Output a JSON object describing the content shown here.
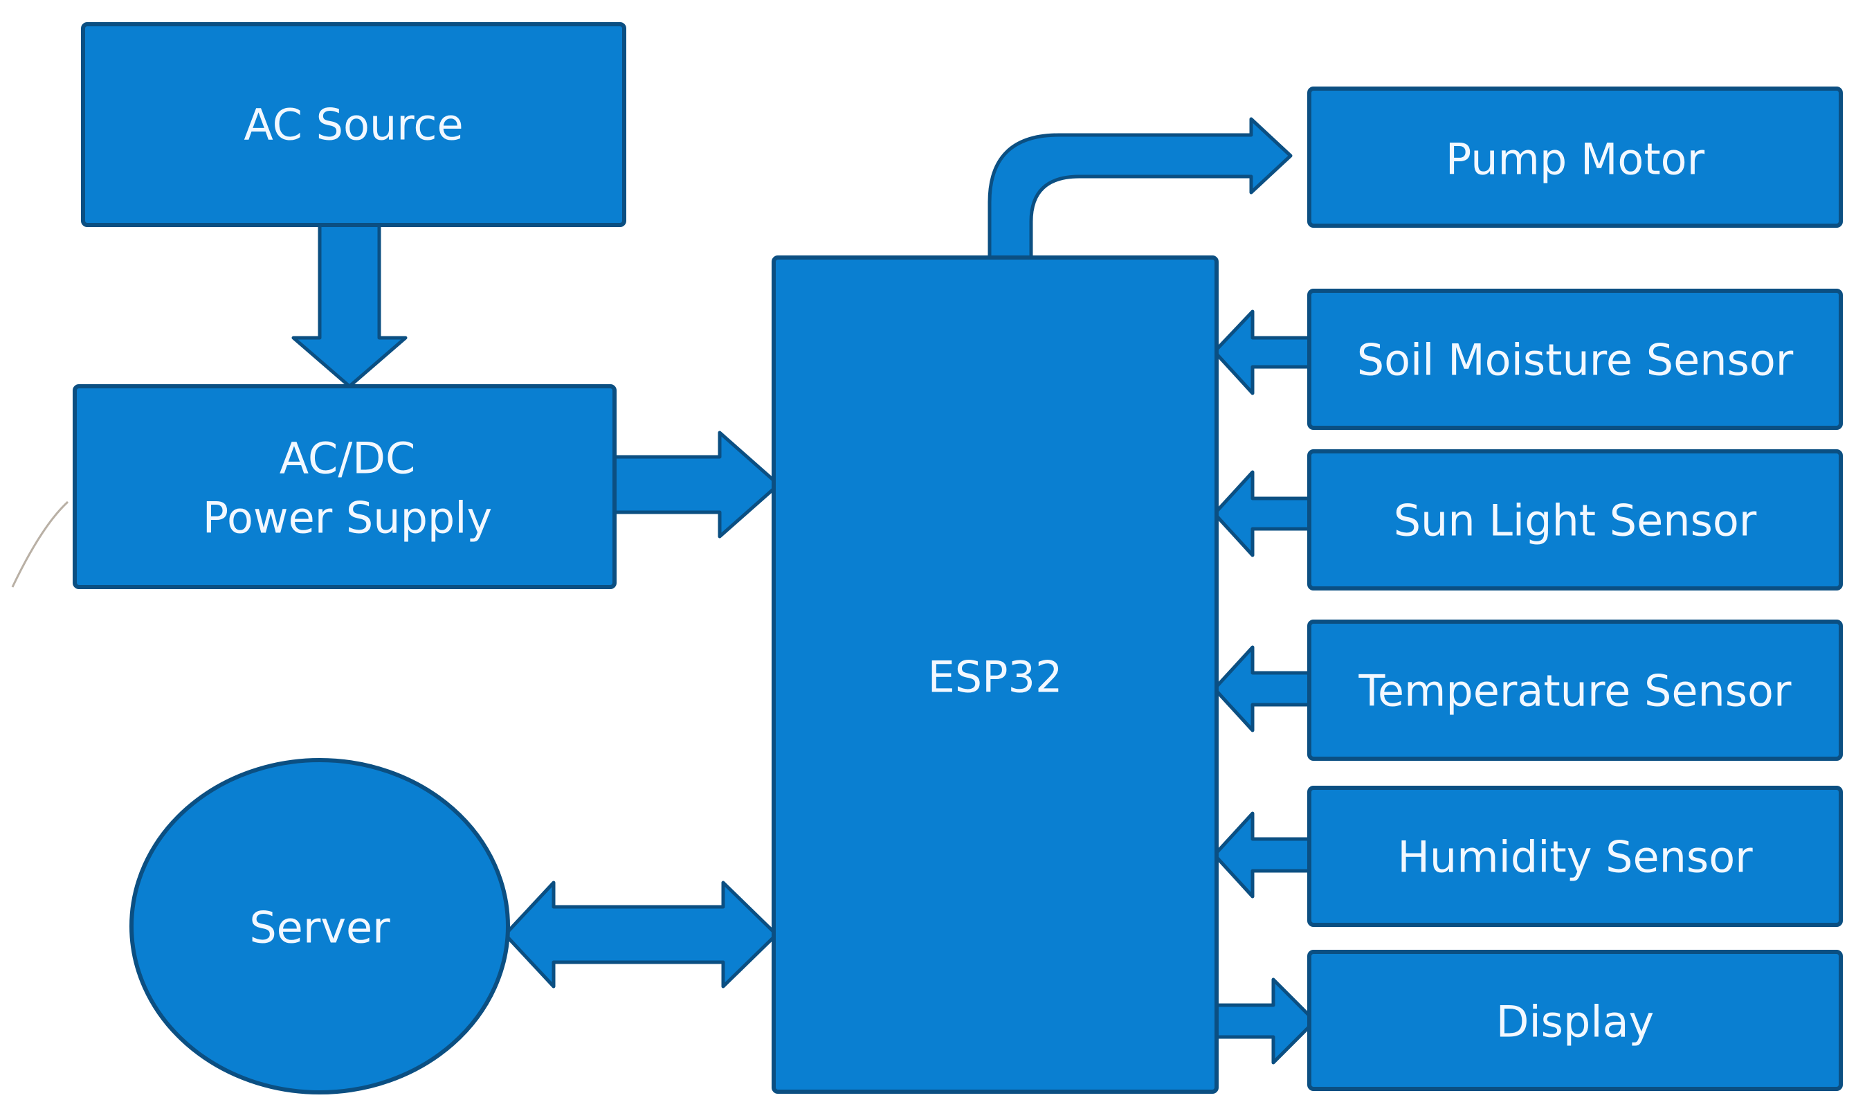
{
  "colors": {
    "block_fill": "#0a7fd1",
    "block_stroke": "#0b4f82",
    "arrow_fill": "#0a7fd1",
    "arrow_stroke": "#0b4f82",
    "text": "#f2f8ff"
  },
  "blocks": {
    "ac_source": "AC Source",
    "ac_dc_line1": "AC/DC",
    "ac_dc_line2": "Power Supply",
    "esp32": "ESP32",
    "server": "Server",
    "pump_motor": "Pump Motor",
    "soil_moisture": "Soil Moisture Sensor",
    "sun_light": "Sun Light Sensor",
    "temperature": "Temperature Sensor",
    "humidity": "Humidity Sensor",
    "display": "Display"
  }
}
